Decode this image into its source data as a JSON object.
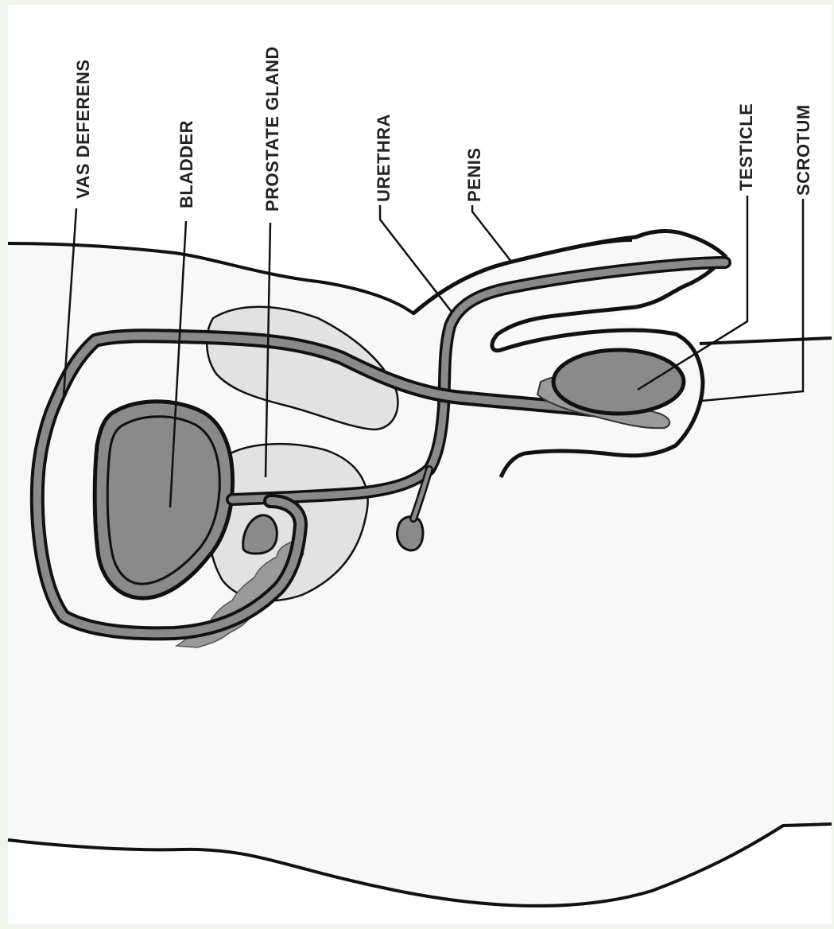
{
  "labels": {
    "vas_deferens": "VAS DEFERENS",
    "bladder": "BLADDER",
    "prostate_gland": "PROSTATE GLAND",
    "urethra": "URETHRA",
    "penis": "PENIS",
    "testicle": "TESTICLE",
    "scrotum": "SCROTUM"
  },
  "colors": {
    "background": "#eef4e8",
    "body_fill": "#f7f8f7",
    "outline": "#111111",
    "organ_dark": "#8a8a8a",
    "organ_light": "#e2e2e2",
    "seminal_vesicle": "#9a9a9a"
  }
}
